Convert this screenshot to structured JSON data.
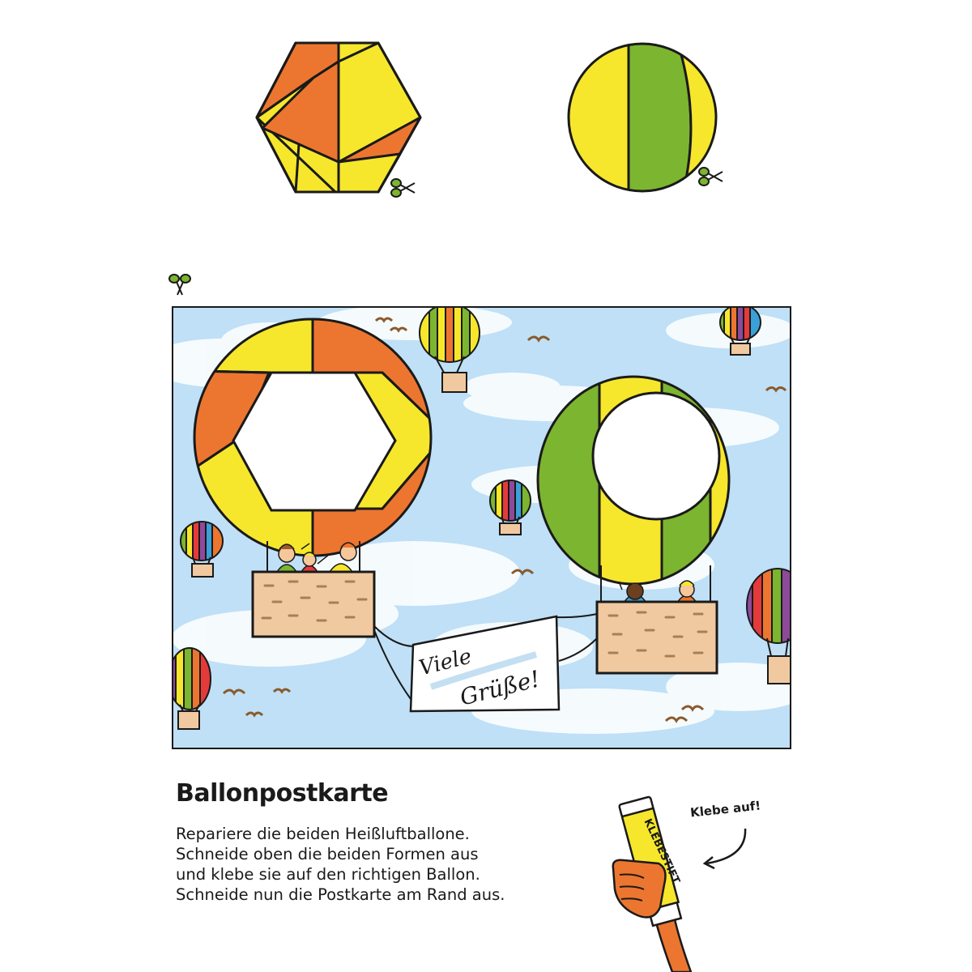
{
  "title": "Ballonpostkarte",
  "instructions": [
    "Repariere die beiden Heißluftballone.",
    "Schneide oben die beiden Formen aus",
    "und klebe sie auf den richtigen Ballon.",
    "Schneide nun die Postkarte am Rand aus."
  ],
  "postcard": {
    "banner_text_1": "Viele",
    "banner_text_2": "Grüße!"
  },
  "glue_stick": {
    "label": "KLEBESTIFT",
    "callout": "Klebe auf!"
  },
  "colors": {
    "orange": "#ec7630",
    "yellow": "#f6e72c",
    "green": "#7cb52f",
    "sky": "#bfe0f6",
    "basket": "#f0c9a0",
    "outline": "#1a1a1a"
  },
  "icons": [
    "scissors-icon",
    "glue-stick-icon",
    "curved-arrow-icon",
    "bird-icon",
    "hot-air-balloon-icon",
    "child-figure-icon"
  ]
}
